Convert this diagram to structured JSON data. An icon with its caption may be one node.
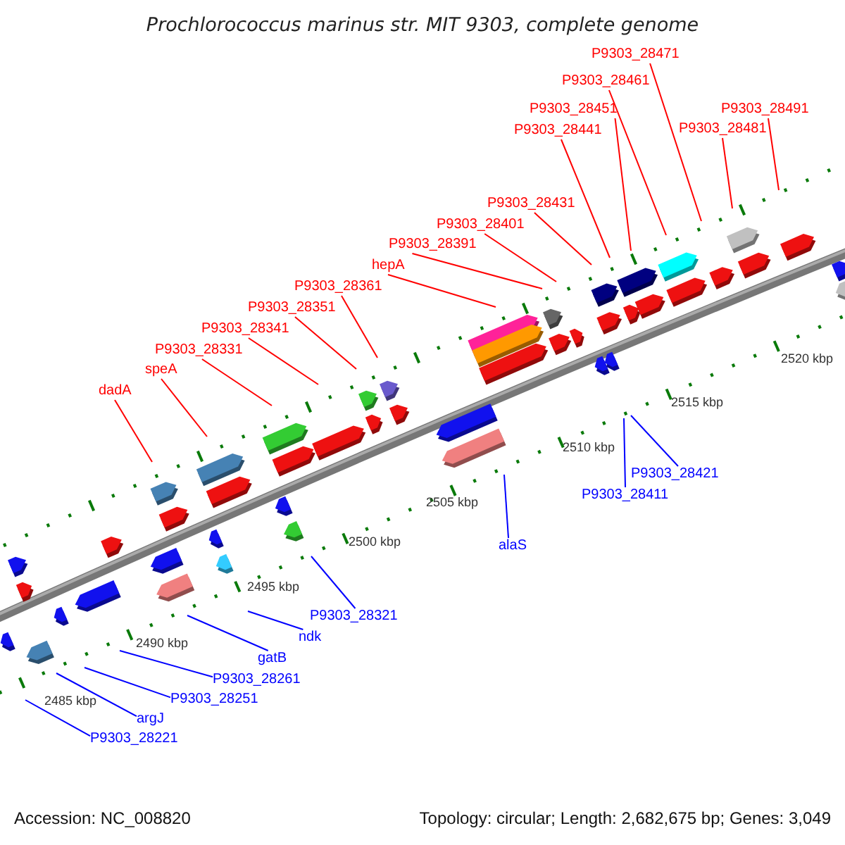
{
  "diagram": {
    "title": "Prochlorococcus marinus str. MIT 9303, complete genome",
    "nodes": [
      {
        "text": [
          "P9303_28471"
        ]
      },
      {
        "text": [
          "P9303_28461"
        ]
      },
      {
        "text": [
          "P9303_28451"
        ]
      },
      {
        "text": [
          "P9303_28491"
        ]
      },
      {
        "text": [
          "P9303_28441"
        ]
      },
      {
        "text": [
          "P9303_28481"
        ]
      },
      {
        "text": [
          "P9303_28431"
        ]
      },
      {
        "text": [
          "P9303_28401"
        ]
      },
      {
        "text": [
          "P9303_28391"
        ]
      },
      {
        "text": [
          "hepA"
        ]
      },
      {
        "text": [
          "P9303_28361"
        ]
      },
      {
        "text": [
          "P9303_28351"
        ]
      },
      {
        "text": [
          "P9303_28341"
        ]
      },
      {
        "text": [
          "P9303_28331"
        ]
      },
      {
        "text": [
          "speA"
        ]
      },
      {
        "text": [
          "dadA"
        ]
      },
      {
        "text": [
          "P9303_28421"
        ]
      },
      {
        "text": [
          "P9303_28411"
        ]
      },
      {
        "text": [
          "alaS"
        ]
      },
      {
        "text": [
          "P9303_28321"
        ]
      },
      {
        "text": [
          "ndk"
        ]
      },
      {
        "text": [
          "gatB"
        ]
      },
      {
        "text": [
          "P9303_28261"
        ]
      },
      {
        "text": [
          "P9303_28251"
        ]
      },
      {
        "text": [
          "argJ"
        ]
      },
      {
        "text": [
          "P9303_28221"
        ]
      }
    ],
    "edges": [
      {
        "from": 0,
        "to": null,
        "arrow": "none"
      },
      {
        "from": 1,
        "to": null,
        "arrow": "none"
      },
      {
        "from": 2,
        "to": null,
        "arrow": "none"
      },
      {
        "from": 3,
        "to": null,
        "arrow": "none"
      },
      {
        "from": 4,
        "to": null,
        "arrow": "none"
      },
      {
        "from": 5,
        "to": null,
        "arrow": "none"
      },
      {
        "from": 6,
        "to": null,
        "arrow": "none"
      },
      {
        "from": 7,
        "to": null,
        "arrow": "none"
      },
      {
        "from": 8,
        "to": null,
        "arrow": "none"
      },
      {
        "from": 9,
        "to": null,
        "arrow": "none"
      },
      {
        "from": 10,
        "to": null,
        "arrow": "none"
      },
      {
        "from": 11,
        "to": null,
        "arrow": "none"
      },
      {
        "from": 12,
        "to": null,
        "arrow": "none"
      },
      {
        "from": 13,
        "to": null,
        "arrow": "none"
      },
      {
        "from": 14,
        "to": null,
        "arrow": "none"
      },
      {
        "from": 15,
        "to": null,
        "arrow": "none"
      },
      {
        "from": 16,
        "to": null,
        "arrow": "none",
        "color": "#0000ff"
      },
      {
        "from": 17,
        "to": null,
        "arrow": "none",
        "color": "#0000ff"
      },
      {
        "from": 18,
        "to": null,
        "arrow": "none",
        "color": "#0000ff"
      },
      {
        "from": 19,
        "to": null,
        "arrow": "none",
        "color": "#0000ff"
      },
      {
        "from": 20,
        "to": null,
        "arrow": "none",
        "color": "#0000ff"
      },
      {
        "from": 21,
        "to": null,
        "arrow": "none",
        "color": "#0000ff"
      },
      {
        "from": 22,
        "to": null,
        "arrow": "none",
        "color": "#0000ff"
      },
      {
        "from": 23,
        "to": null,
        "arrow": "none",
        "color": "#0000ff"
      },
      {
        "from": 24,
        "to": null,
        "arrow": "none",
        "color": "#0000ff"
      },
      {
        "from": 25,
        "to": null,
        "arrow": "none",
        "color": "#0000ff"
      }
    ],
    "labels": [
      "2520 kbp",
      "2515 kbp",
      "2510 kbp",
      "2505 kbp",
      "2500 kbp",
      "2495 kbp",
      "2490 kbp",
      "2485 kbp",
      "Accession: NC_008820",
      "Topology: circular; Length: 2,682,675 bp; Genes: 3,049"
    ]
  }
}
